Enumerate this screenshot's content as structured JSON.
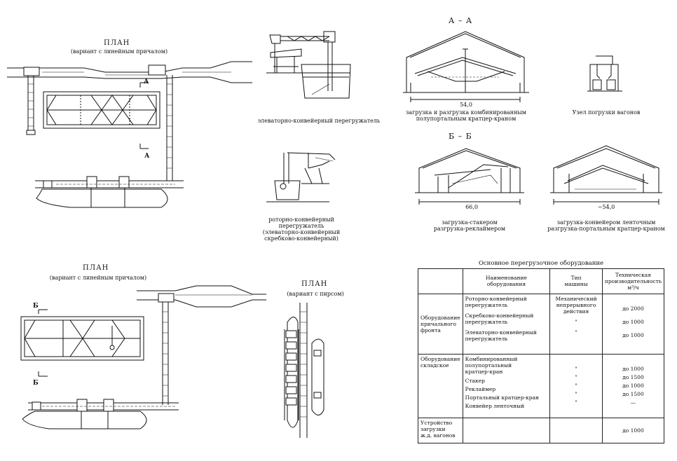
{
  "plan_top": {
    "title": "ПЛАН",
    "subtitle": "(вариант с линейным причалом)",
    "marker_a": "А"
  },
  "plan_bottom_left": {
    "title": "ПЛАН",
    "subtitle": "(вариант с линейным причалом)",
    "marker_b": "Б"
  },
  "plan_pier": {
    "title": "ПЛАН",
    "subtitle": "(вариант с пирсом)"
  },
  "reloaders": {
    "elevator_caption": "элеваторно-конвейерный перегружатель",
    "rotor_caption": "роторно-конвейерный перегружатель\n(элеваторно-конвейерный\nскребково-конвейерный)"
  },
  "section_aa": {
    "title": "А – А",
    "dimension": "54,0",
    "caption": "загрузка и разгрузка комбинированным\nполупортальным кратцер-краном",
    "wagon_caption": "Узел погрузки вагонов"
  },
  "section_bb": {
    "title": "Б – Б",
    "dim_left": "66,0",
    "dim_right": "~54,0",
    "caption_left": "загрузка-стакером\nразгрузка-реклаймером",
    "caption_right": "загрузка-конвейером ленточным\nразгрузка-портальным кратцер-краном"
  },
  "equipment_table": {
    "caption": "Основное перегрузочное оборудование",
    "headers": [
      "Наименование\nоборудования",
      "Тип\nмашины",
      "Техническая\nпроизводительность\nм³/ч"
    ],
    "groups": [
      {
        "group": "Оборудование\nпричального\nфронта",
        "items": [
          "Роторно-конвейерный\nперегружатель",
          "Скребково-конвейерный\nперегружатель",
          "Элеваторно-конвейерный\nперегружатель"
        ],
        "types": [
          "Механический\nнепрерывного\nдействия",
          "\"",
          "\""
        ],
        "capacity": [
          "до 2000",
          "до 1000",
          "до 1000"
        ]
      },
      {
        "group": "Оборудование\nскладское",
        "items": [
          "Комбинированный\nполупортальный\nкратцер-кран",
          "Стакер",
          "Реклаймер",
          "Портальный кратцер-кран",
          "Конвейер ленточный"
        ],
        "types": [
          "\"",
          "\"",
          "\"",
          "\"",
          "\""
        ],
        "capacity": [
          "до 1000",
          "до 1500",
          "до 1000",
          "до 1500",
          "—"
        ]
      },
      {
        "group": "Устройство\nзагрузки\nж.д. вагонов",
        "items": [
          ""
        ],
        "types": [
          ""
        ],
        "capacity": [
          "до 1000"
        ]
      }
    ]
  }
}
